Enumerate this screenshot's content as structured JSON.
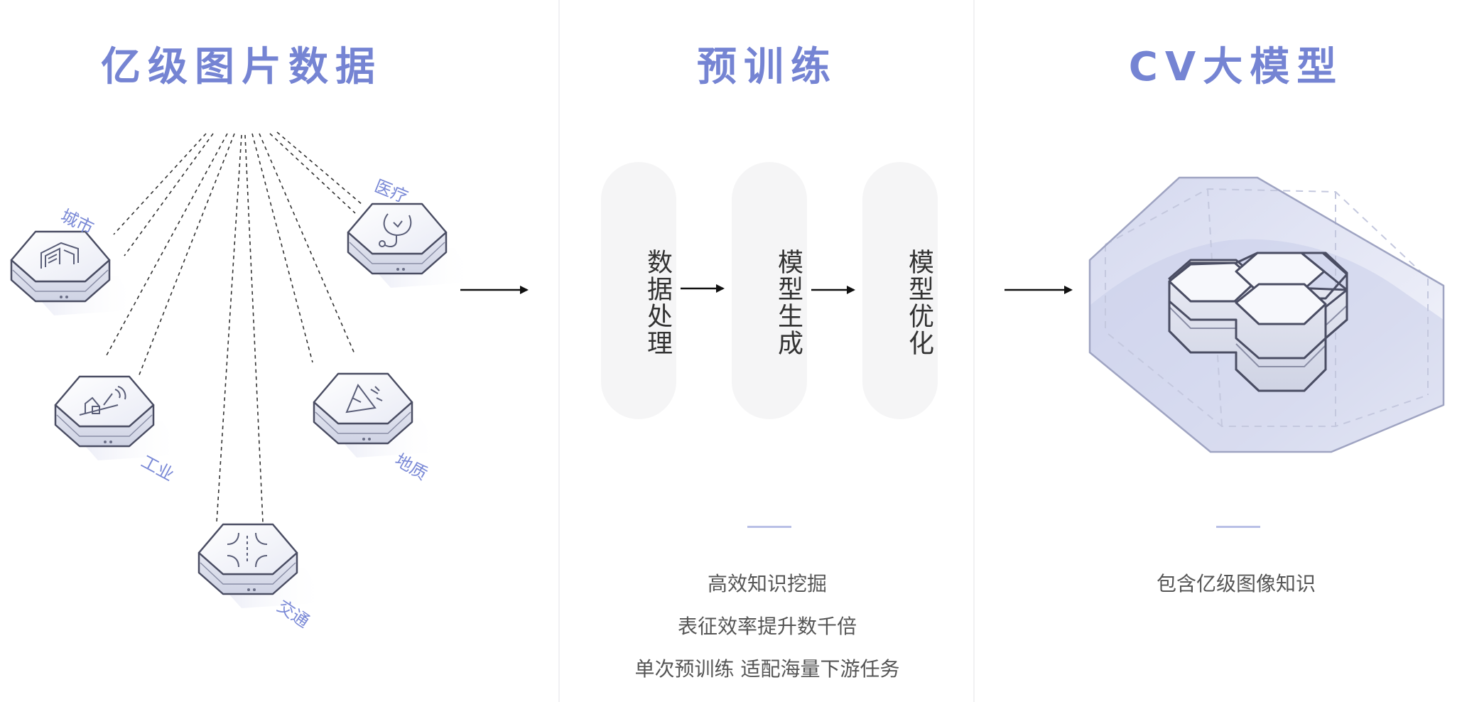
{
  "sections": {
    "data": {
      "title": "亿级图片数据",
      "categories": {
        "city": "城市",
        "medical": "医疗",
        "industry": "工业",
        "geology": "地质",
        "traffic": "交通"
      }
    },
    "pretrain": {
      "title": "预训练",
      "steps": [
        "数据处理",
        "模型生成",
        "模型优化"
      ],
      "descriptions": [
        "高效知识挖掘",
        "表征效率提升数千倍",
        "单次预训练 适配海量下游任务"
      ]
    },
    "model": {
      "title": "CV大模型",
      "descriptions": [
        "包含亿级图像知识"
      ]
    }
  },
  "colors": {
    "title": "#7584d3",
    "category": "#7a89d6",
    "pill": "#f5f5f6",
    "text": "#333333",
    "desc": "#555555",
    "hex_stroke": "#4a4d63",
    "accent_line": "#b9c0e6"
  },
  "icons": [
    "city-building-icon",
    "medical-stethoscope-icon",
    "industry-robot-arm-icon",
    "geology-mountain-icon",
    "traffic-intersection-icon",
    "model-hexagon-cluster-icon"
  ]
}
